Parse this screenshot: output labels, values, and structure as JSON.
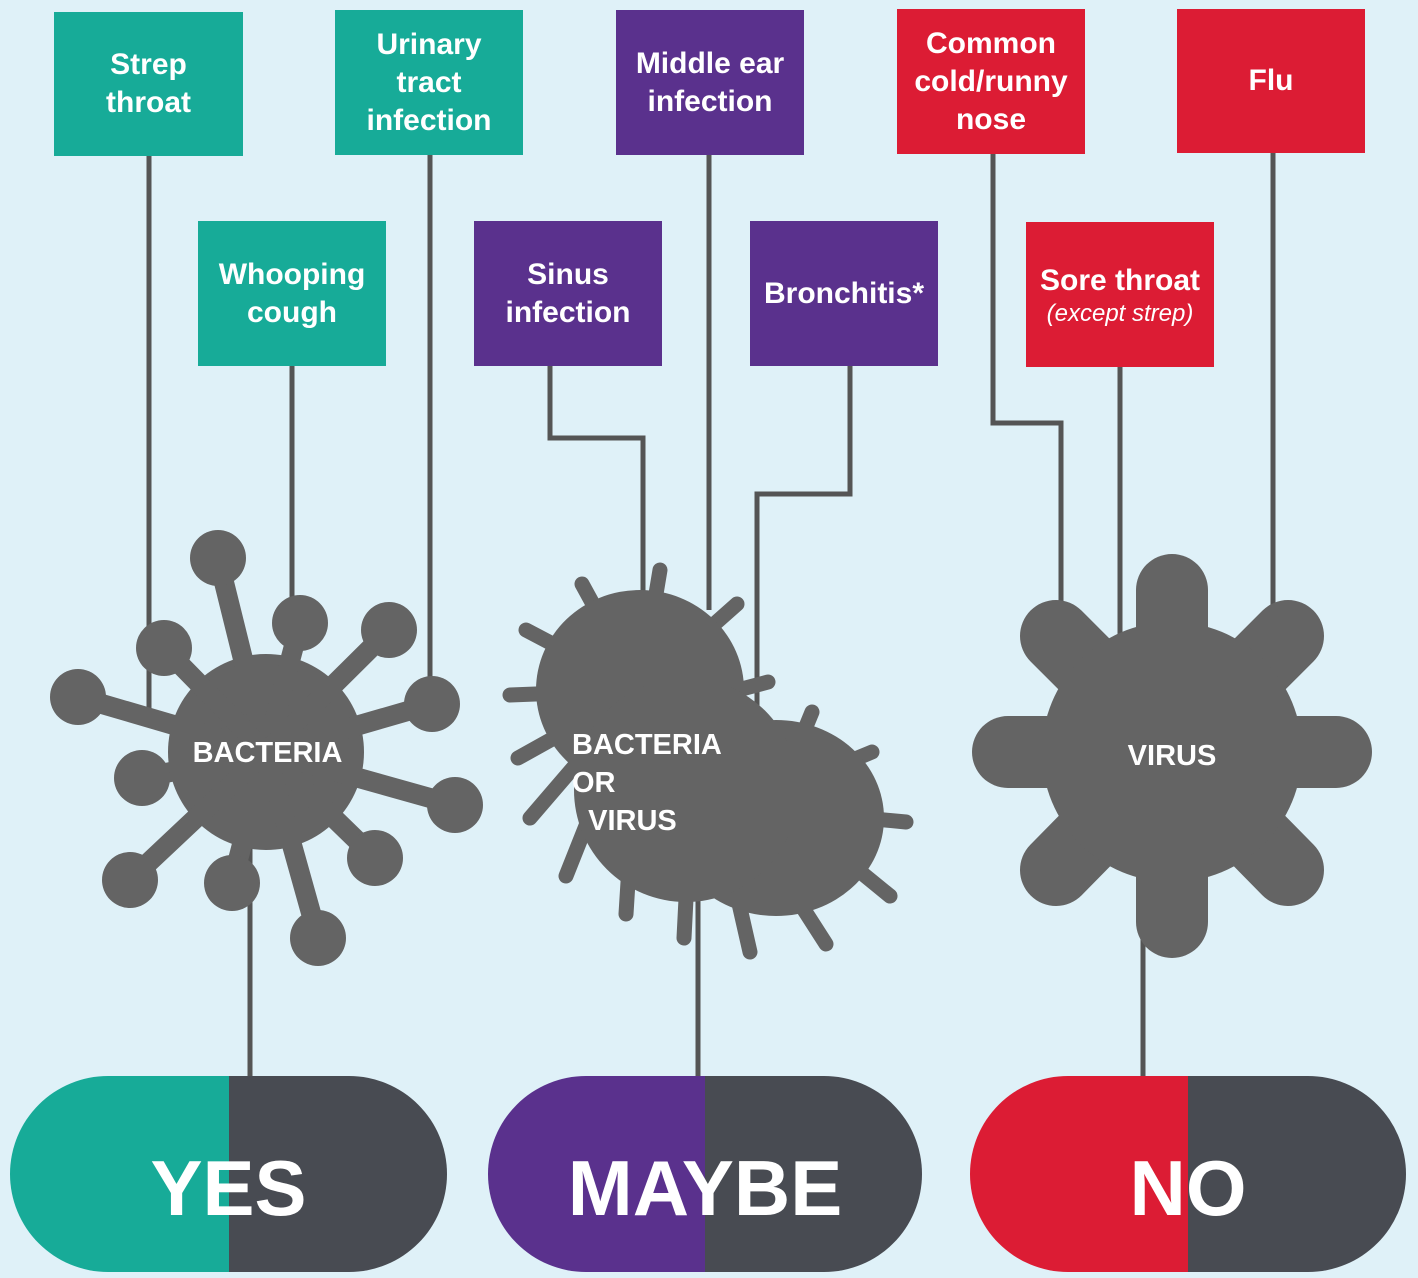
{
  "conditions": {
    "strep_throat": "Strep\nthroat",
    "urinary_tract_infection": "Urinary\ntract\ninfection",
    "whooping_cough": "Whooping\ncough",
    "middle_ear_infection": "Middle ear\ninfection",
    "sinus_infection": "Sinus\ninfection",
    "bronchitis": "Bronchitis*",
    "common_cold": "Common\ncold/runny\nnose",
    "flu": "Flu",
    "sore_throat": "Sore throat",
    "sore_throat_note": "(except strep)"
  },
  "germs": {
    "bacteria": "BACTERIA",
    "bacteria_or_virus": "BACTERIA\nOR\n  VIRUS",
    "virus": "VIRUS"
  },
  "answers": {
    "yes": "YES",
    "maybe": "MAYBE",
    "no": "NO"
  },
  "colors": {
    "background": "#dff1f8",
    "teal": "#17ab98",
    "purple": "#5a318d",
    "red": "#dc1c34",
    "germ_gray": "#646464",
    "pill_dark": "#484b52",
    "line": "#555555"
  }
}
